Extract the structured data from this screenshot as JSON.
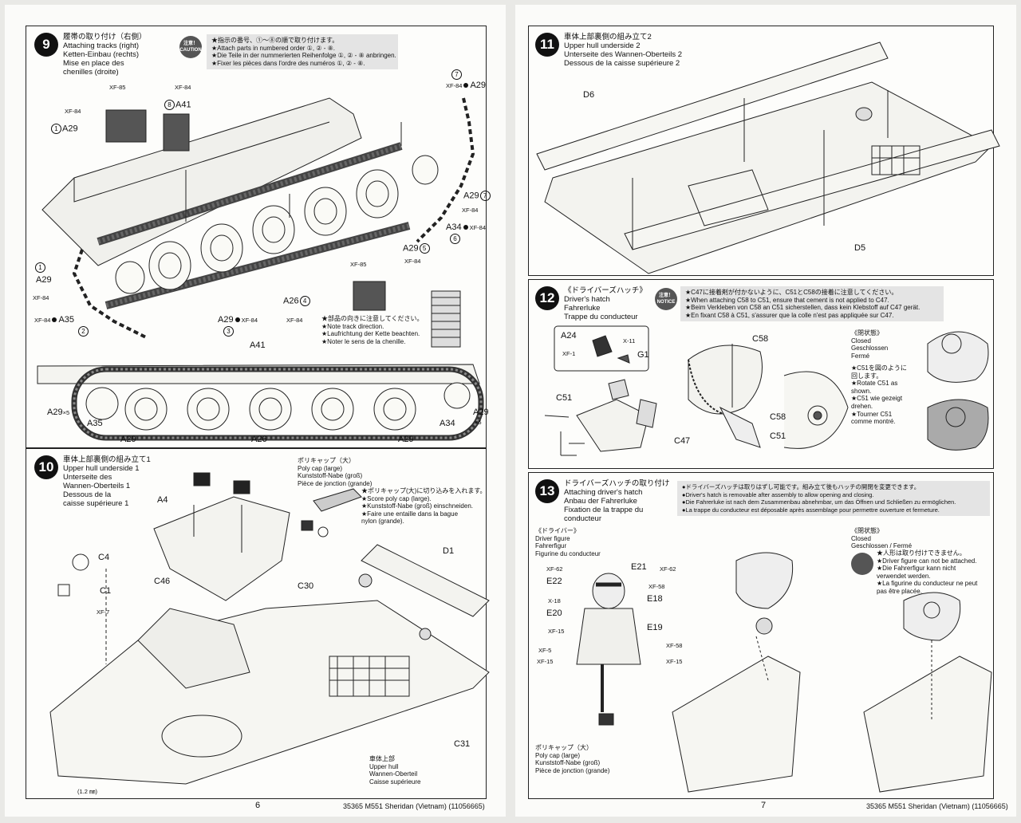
{
  "left_page": {
    "page_number": "6",
    "step9": {
      "number": "9",
      "title_jp": "履帯の取り付け（右側）",
      "title_en": "Attaching tracks (right)",
      "title_de": "Ketten-Einbau (rechts)",
      "title_fr1": "Mise en place des",
      "title_fr2": "chenilles (droite)",
      "caution_badge": "注意！ CAUTION",
      "caution_lines": [
        "★指示の番号、①～⑧の順で取り付けます。",
        "★Attach parts in numbered order ①, ② - ⑧.",
        "★Die Teile in der nummerierten Reihenfolge ①, ② - ⑧ anbringen.",
        "★Fixer les pièces dans l'ordre des numéros ①, ② - ⑧."
      ],
      "labels": {
        "xf85_top": "XF-85",
        "xf84_top": "XF-84",
        "a41_top": "A41",
        "n8": "8",
        "xf84_left": "XF-84",
        "a29_left": "A29",
        "n1_top": "1",
        "xf84_a29_tr": "XF-84",
        "a29_tr": "A29",
        "n7_top": "7",
        "a29_right": "A29",
        "n7_right": "7",
        "xf84_right": "XF-84",
        "a34": "A34",
        "xf84_a34": "XF-84",
        "n6": "6",
        "a29_mid": "A29",
        "n5": "5",
        "xf84_mid": "XF-84",
        "xf85_mid": "XF-85",
        "n1_bottom": "1",
        "a29_bottom_left": "A29",
        "xf84_bl": "XF-84",
        "xf84_a35": "XF-84",
        "a35": "A35",
        "n2": "2",
        "a26": "A26",
        "n4": "4",
        "xf84_a26": "XF-84",
        "a29_lower": "A29",
        "xf84_lower": "XF-84",
        "n3": "3"
      },
      "track_note": [
        "★部品の向きに注意してください。",
        "★Note track direction.",
        "★Laufrichtung der Kette beachten.",
        "★Noter le sens de la chenille."
      ],
      "side_view": {
        "a41": "A41",
        "a29_x5_left": "A29",
        "x5_left": "×5",
        "a35": "A35",
        "a29_bottom1": "A29",
        "a26": "A26",
        "a29_bottom2": "A29",
        "a34": "A34",
        "a29_right": "A29",
        "x5_right": "×5"
      }
    },
    "step10": {
      "number": "10",
      "title_jp": "車体上部裏側の組み立て1",
      "title_en": "Upper hull underside 1",
      "title_de1": "Unterseite des",
      "title_de2": "Wannen-Oberteils 1",
      "title_fr1": "Dessous de la",
      "title_fr2": "caisse supérieure 1",
      "polycap_title_jp": "ポリキャップ（大）",
      "polycap_en": "Poly cap (large)",
      "polycap_de": "Kunststoff-Nabe (groß)",
      "polycap_fr": "Pièce de jonction (grande)",
      "polycap_notes": [
        "★ポリキャップ(大)に切り込みを入れます。",
        "★Score poly cap (large).",
        "★Kunststoff-Nabe (groß) einschneiden.",
        "★Faire une entaille dans la bague",
        "nylon (grande)."
      ],
      "labels": {
        "a4": "A4",
        "c46": "C46",
        "c4": "C4",
        "c1": "C1",
        "xf7": "XF-7",
        "d1": "D1",
        "c30": "C30",
        "c31": "C31",
        "drill": "(1.2 ㎜)"
      },
      "upper_hull_jp": "車体上部",
      "upper_hull_en": "Upper hull",
      "upper_hull_de": "Wannen-Oberteil",
      "upper_hull_fr": "Caisse supérieure"
    },
    "footer": "35365  M551 Sheridan (Vietnam) (11056665)"
  },
  "right_page": {
    "page_number": "7",
    "step11": {
      "number": "11",
      "title_jp": "車体上部裏側の組み立て2",
      "title_en": "Upper hull underside 2",
      "title_de": "Unterseite des Wannen-Oberteils 2",
      "title_fr": "Dessous de la caisse supérieure 2",
      "d6": "D6",
      "d5": "D5"
    },
    "step12": {
      "number": "12",
      "title_jp": "《ドライバーズハッチ》",
      "title_en": "Driver's hatch",
      "title_de": "Fahrerluke",
      "title_fr": "Trappe du conducteur",
      "notice_badge": "注意！ NOTICE",
      "notice_lines": [
        "★C47に接着剤が付かないように、C51とC58の接着に注意してください。",
        "★When attaching C58 to C51, ensure that cement is not applied to C47.",
        "★Beim Verkleben von C58 an C51 sicherstellen, dass kein Klebstoff auf C47 gerät.",
        "★En fixant C58 à C51, s'assurer que la colle n'est pas appliquée sur C47."
      ],
      "labels": {
        "a24": "A24",
        "x11": "X-11",
        "xf1": "XF-1",
        "g1": "G1",
        "c51": "C51",
        "c58": "C58",
        "c47": "C47",
        "c58_detail": "C58",
        "c51_detail": "C51"
      },
      "closed_jp": "《閉状態》",
      "closed_en": "Closed",
      "closed_de": "Geschlossen",
      "closed_fr": "Fermé",
      "rotate_notes": [
        "★C51を図のように",
        "回します。",
        "★Rotate C51 as",
        "shown.",
        "★C51 wie gezeigt",
        "drehen.",
        "★Tourner C51",
        "comme montré."
      ]
    },
    "step13": {
      "number": "13",
      "title_jp": "ドライバーズハッチの取り付け",
      "title_en": "Attaching driver's hatch",
      "title_de": "Anbau der Fahrerluke",
      "title_fr1": "Fixation de la trappe du",
      "title_fr2": "conducteur",
      "notice_lines": [
        "●ドライバーズハッチは取りはずし可能です。組み立て後もハッチの開閉を変更できます。",
        "●Driver's hatch is removable after assembly to allow opening and closing.",
        "●Die Fahrerluke ist nach dem Zusammenbau abnehmbar, um das Öffnen und Schließen zu ermöglichen.",
        "●La trappe du conducteur est déposable après assemblage pour permettre ouverture et fermeture."
      ],
      "driver_jp": "《ドライバー》",
      "driver_en": "Driver figure",
      "driver_de": "Fahrerfigur",
      "driver_fr": "Figurine du conducteur",
      "labels": {
        "xf62_l": "XF-62",
        "e22": "E22",
        "x18": "X-18",
        "e20": "E20",
        "xf15_l": "XF-15",
        "xf5": "XF-5",
        "xf15_l2": "XF-15",
        "e21": "E21",
        "xf62_r": "XF-62",
        "xf58_r": "XF-58",
        "e18": "E18",
        "e19": "E19",
        "xf58_r2": "XF-58",
        "xf15_r": "XF-15"
      },
      "polycap_jp": "ポリキャップ（大）",
      "polycap_en": "Poly cap (large)",
      "polycap_de": "Kunststoff-Nabe (groß)",
      "polycap_fr": "Pièce de jonction (grande)",
      "closed_jp": "《閉状態》",
      "closed_en": "Closed",
      "closed_de_fr": "Geschlossen / Fermé",
      "figure_notes": [
        "★人形は取り付けできません。",
        "★Driver figure can not be attached.",
        "★Die Fahrerfigur kann nicht",
        "verwendet werden.",
        "★La figurine du conducteur ne peut",
        "pas être placée."
      ]
    },
    "footer": "35365  M551 Sheridan (Vietnam) (11056665)"
  }
}
